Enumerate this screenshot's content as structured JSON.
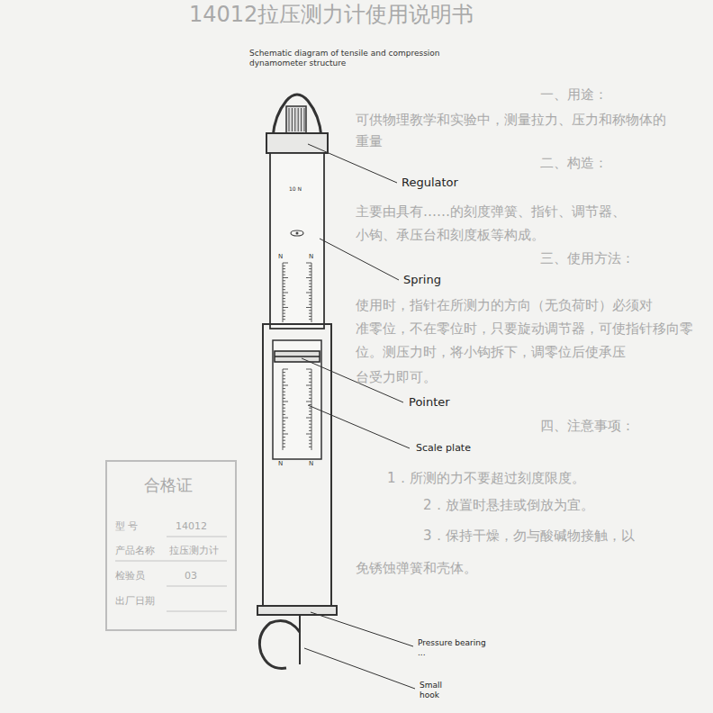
{
  "diagram": {
    "title": "Schematic diagram of tensile and compression dynamometer structure",
    "labels": [
      "14012拉压测力计使用说明书",
      "一、用途：",
      "可供物理教学和实验中，测量拉力、压力和称物体的",
      "重量",
      "二、构造：",
      "主要由具有……的刻度弹簧、指针、调节器、",
      "小钩、承压台和刻度板等构成。",
      "三、使用方法：",
      "使用时，指针在所测力的方向（无负荷时）必须对",
      "准零位，不在零位时，只要旋动调节器，可使指针移向零",
      "位。测压力时，将小钩拆下，调零位后使承压",
      "台受力即可。",
      "四、注意事项：",
      "1．所测的力不要超过刻度限度。",
      "2．放置时悬挂或倒放为宜。",
      "3．保持干燥，勿与酸碱物接触，以",
      "免锈蚀弹簧和壳体。",
      "合格证",
      "型 号",
      "14012",
      "产品名称",
      "拉压测力计",
      "检验员",
      "03",
      "出厂日期",
      "Regulator",
      "Spring",
      "Pointer",
      "Scale plate",
      "Pressure bearing ...",
      "Small hook",
      "10 N",
      "N",
      "N",
      "N",
      "N"
    ]
  }
}
